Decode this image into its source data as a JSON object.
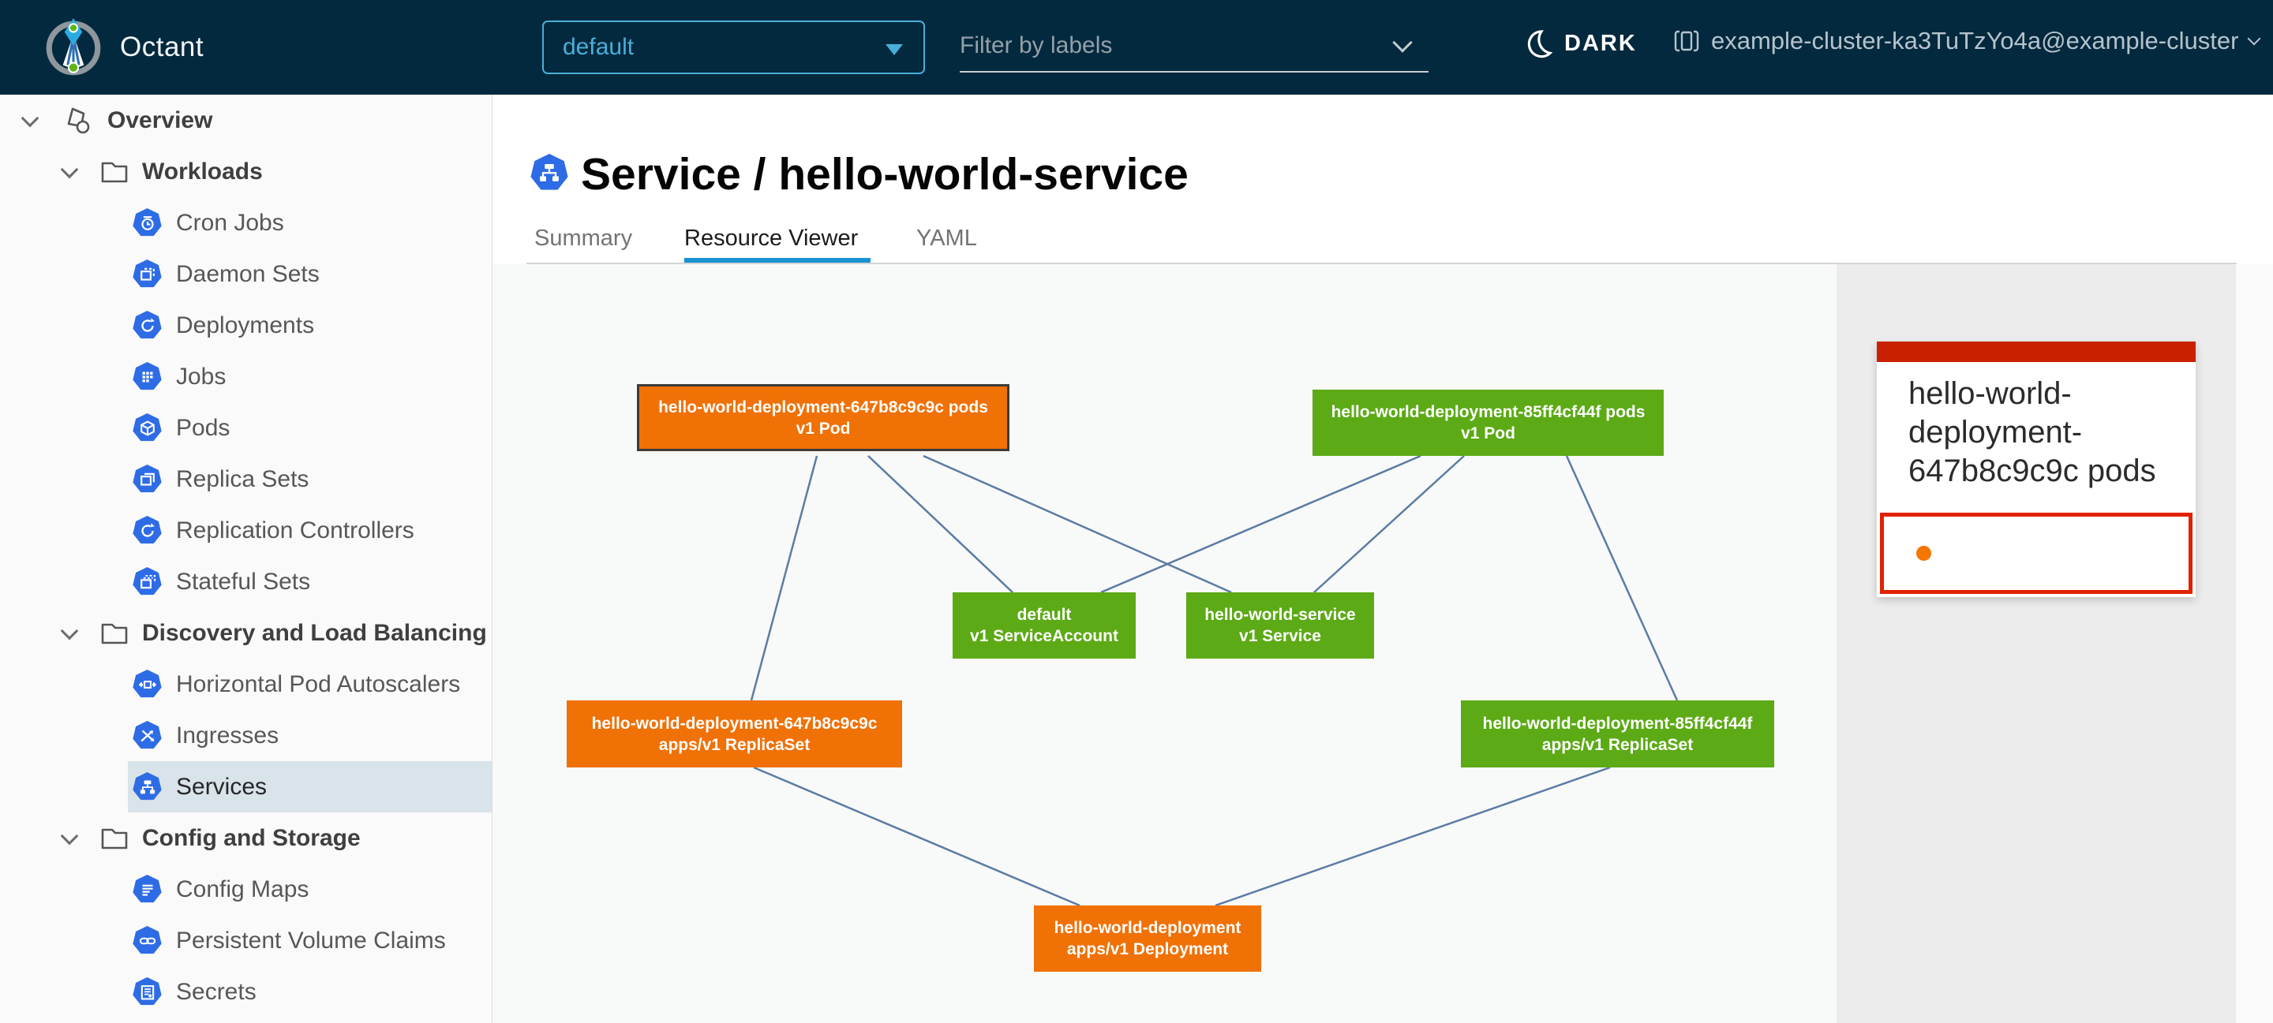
{
  "header": {
    "app_name": "Octant",
    "namespace_selector": {
      "value": "default"
    },
    "label_filter": {
      "placeholder": "Filter by labels"
    },
    "theme_toggle": {
      "label": "DARK"
    },
    "context": {
      "label": "example-cluster-ka3TuTzYo4a@example-cluster"
    }
  },
  "sidebar": {
    "items": [
      {
        "label": "Overview"
      },
      {
        "label": "Workloads"
      },
      {
        "label": "Cron Jobs"
      },
      {
        "label": "Daemon Sets"
      },
      {
        "label": "Deployments"
      },
      {
        "label": "Jobs"
      },
      {
        "label": "Pods"
      },
      {
        "label": "Replica Sets"
      },
      {
        "label": "Replication Controllers"
      },
      {
        "label": "Stateful Sets"
      },
      {
        "label": "Discovery and Load Balancing"
      },
      {
        "label": "Horizontal Pod Autoscalers"
      },
      {
        "label": "Ingresses"
      },
      {
        "label": "Services",
        "selected": true
      },
      {
        "label": "Config and Storage"
      },
      {
        "label": "Config Maps"
      },
      {
        "label": "Persistent Volume Claims"
      },
      {
        "label": "Secrets"
      }
    ]
  },
  "main": {
    "title": {
      "text": "Service / hello-world-service"
    },
    "tabs": [
      {
        "label": "Summary",
        "active": false
      },
      {
        "label": "Resource Viewer",
        "active": true
      },
      {
        "label": "YAML",
        "active": false
      }
    ]
  },
  "graph": {
    "nodes": [
      {
        "name": "hello-world-deployment-647b8c9c9c pods",
        "kind": "v1 Pod",
        "status": "warning",
        "selected": true
      },
      {
        "name": "hello-world-deployment-85ff4cf44f pods",
        "kind": "v1 Pod",
        "status": "ok",
        "selected": false
      },
      {
        "name": "default",
        "kind": "v1 ServiceAccount",
        "status": "ok",
        "selected": false
      },
      {
        "name": "hello-world-service",
        "kind": "v1 Service",
        "status": "ok",
        "selected": false
      },
      {
        "name": "hello-world-deployment-647b8c9c9c",
        "kind": "apps/v1 ReplicaSet",
        "status": "warning",
        "selected": false
      },
      {
        "name": "hello-world-deployment-85ff4cf44f",
        "kind": "apps/v1 ReplicaSet",
        "status": "ok",
        "selected": false
      },
      {
        "name": "hello-world-deployment",
        "kind": "apps/v1 Deployment",
        "status": "warning",
        "selected": false
      }
    ],
    "edges": [
      [
        "hello-world-deployment-647b8c9c9c pods",
        "hello-world-deployment-647b8c9c9c"
      ],
      [
        "hello-world-deployment-647b8c9c9c pods",
        "default"
      ],
      [
        "hello-world-deployment-647b8c9c9c pods",
        "hello-world-service"
      ],
      [
        "hello-world-deployment-85ff4cf44f pods",
        "default"
      ],
      [
        "hello-world-deployment-85ff4cf44f pods",
        "hello-world-service"
      ],
      [
        "hello-world-deployment-85ff4cf44f pods",
        "hello-world-deployment-85ff4cf44f"
      ],
      [
        "hello-world-deployment-647b8c9c9c",
        "hello-world-deployment"
      ],
      [
        "hello-world-deployment-85ff4cf44f",
        "hello-world-deployment"
      ]
    ]
  },
  "detail_panel": {
    "title": "hello-world-deployment-647b8c9c9c pods"
  },
  "colors": {
    "header_bg": "#03293e",
    "accent_blue": "#49afd9",
    "tab_underline": "#1792d2",
    "k8s_icon_blue": "#2e6ce6",
    "status_ok_green": "#5caa15",
    "status_warning_orange": "#f07106",
    "selected_node_border": "#3b3b3b",
    "edge_line": "#5b7ca4",
    "sidebar_selected_bg": "#d8e3ea",
    "panel_bg": "#ececec",
    "card_header_red": "#c92100",
    "card_alert_border_red": "#e12200",
    "alert_dot_orange": "#f57600"
  }
}
